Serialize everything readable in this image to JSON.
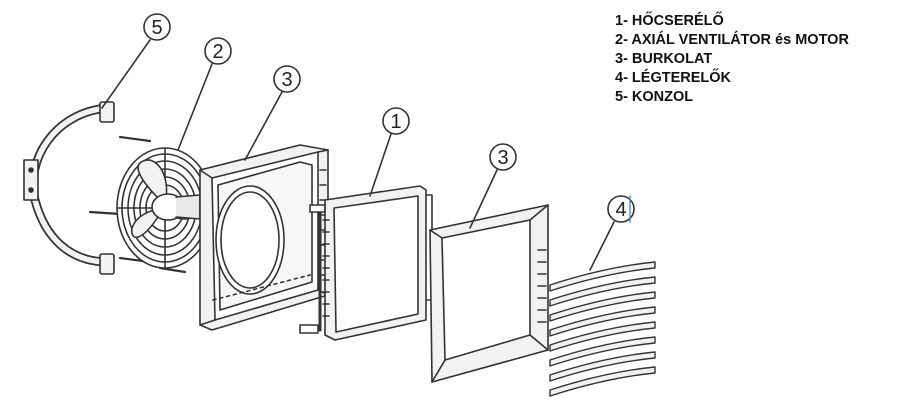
{
  "legend": [
    "1- HŐCSERÉLŐ",
    "2- AXIÁL VENTILÁTOR és MOTOR",
    "3- BURKOLAT",
    "4- LÉGTERELŐK",
    "5- KONZOL"
  ],
  "callouts": {
    "c1": "1",
    "c2": "2",
    "c3a": "3",
    "c3b": "3",
    "c4": "4",
    "c5": "5"
  },
  "colors": {
    "line": "#333333",
    "fill": "#f2f2f2",
    "text": "#111111",
    "highlight": "#4a90d9"
  },
  "parts": [
    "bracket-icon",
    "fan-icon",
    "housing-icon",
    "heat-exchanger-icon",
    "front-frame-icon",
    "louvers-icon"
  ]
}
